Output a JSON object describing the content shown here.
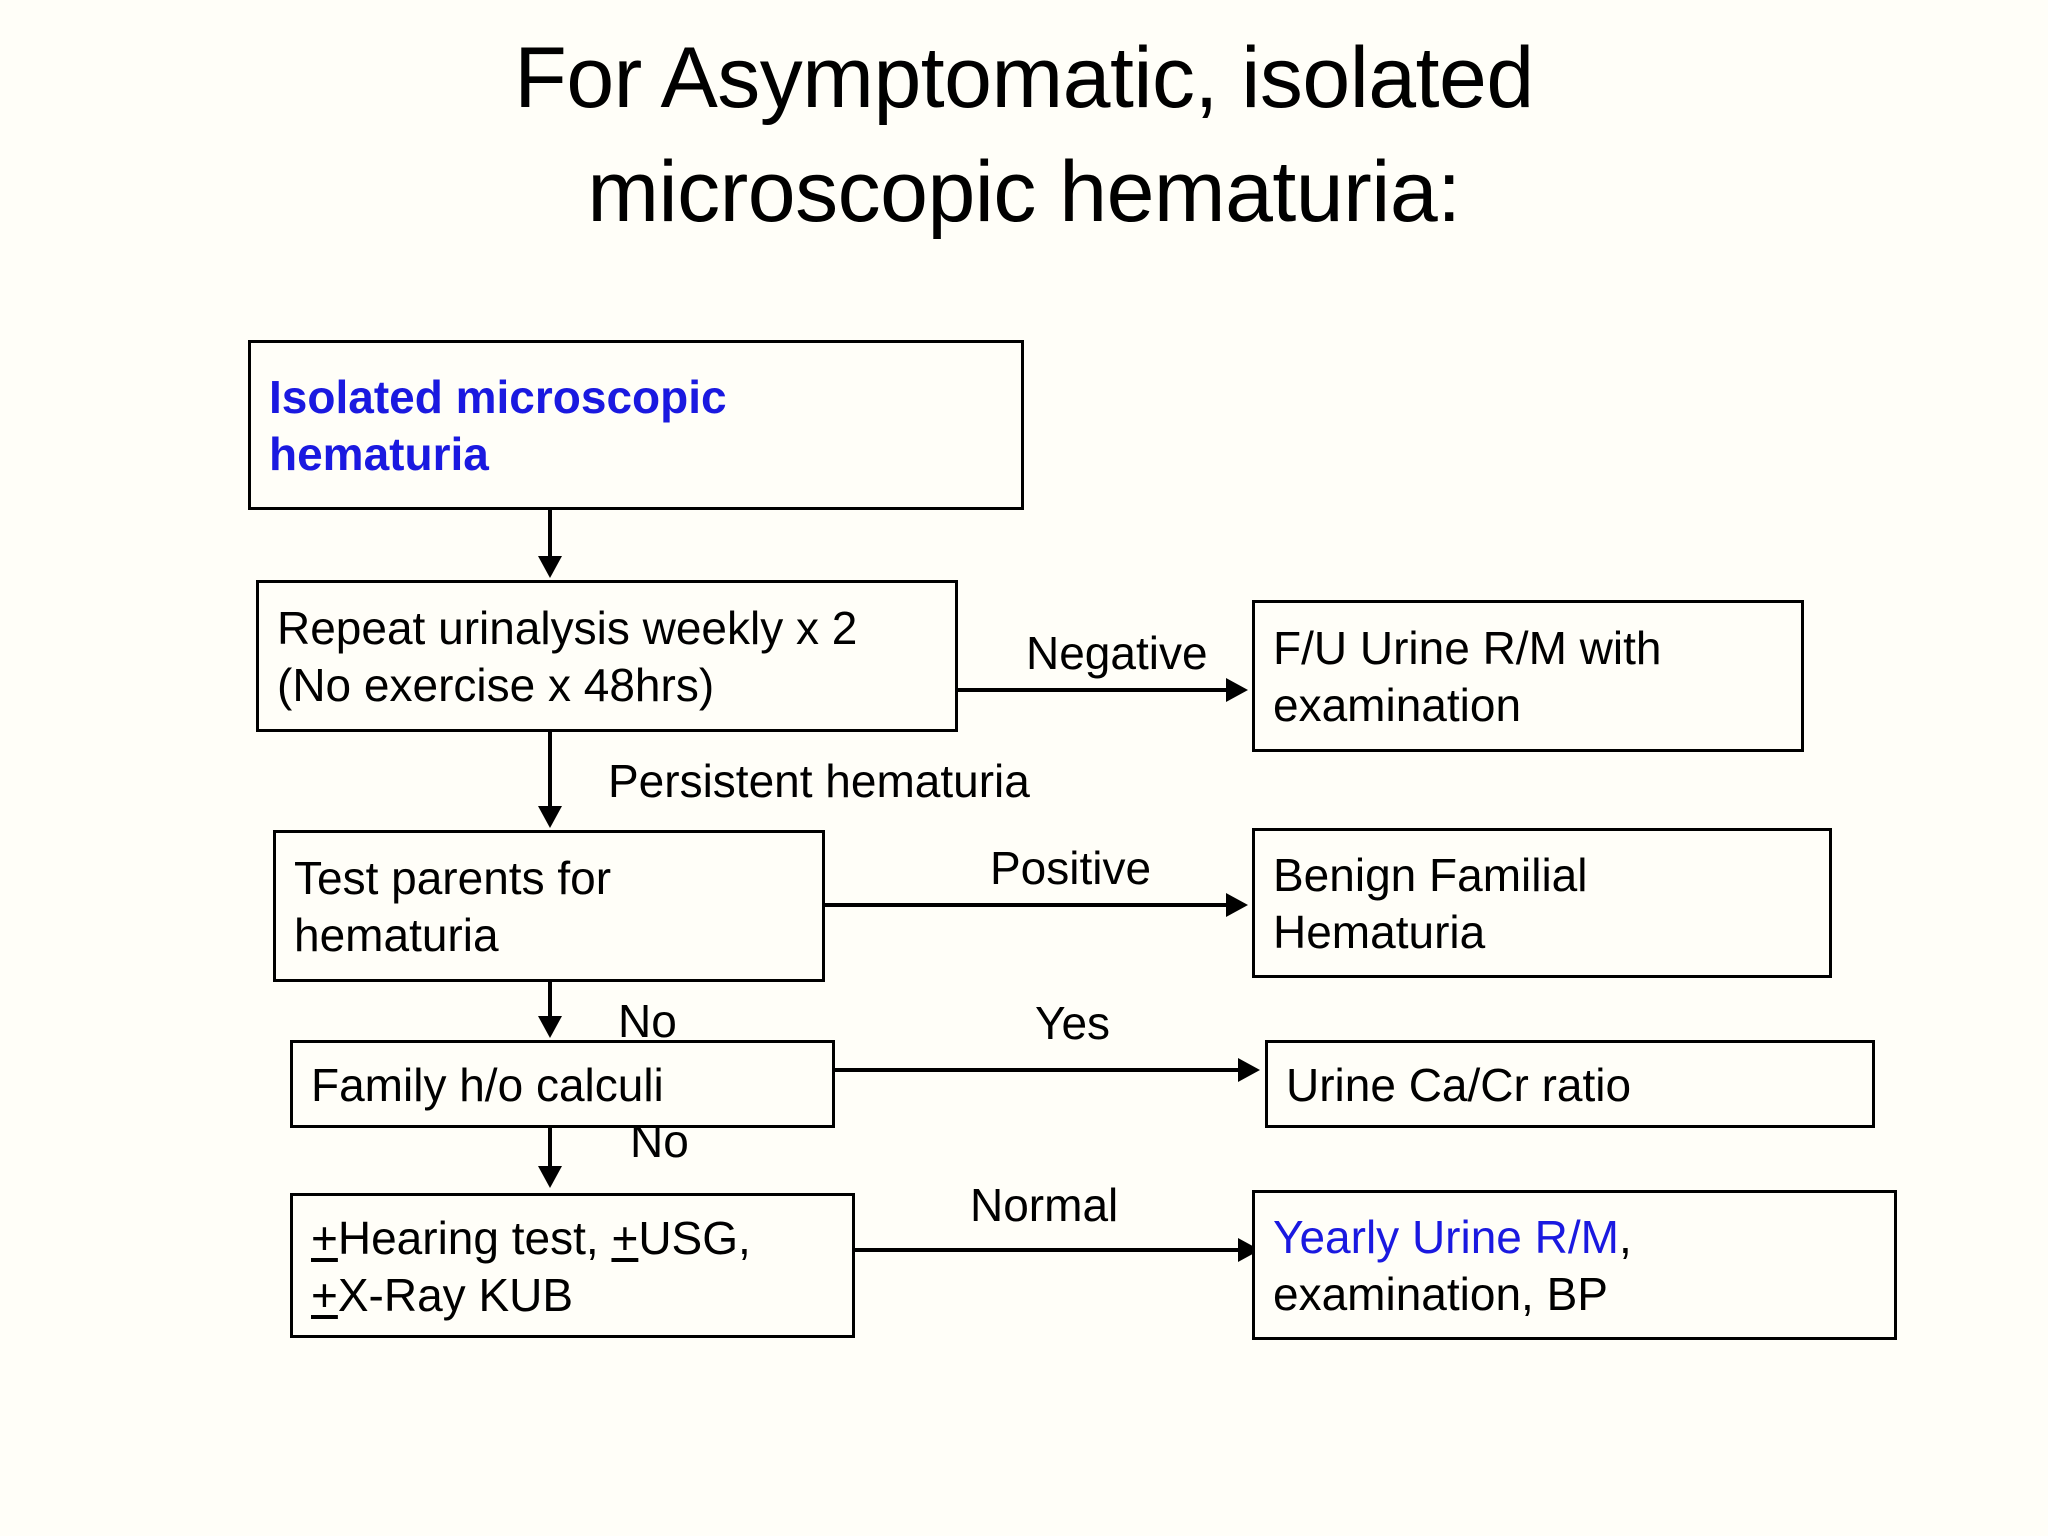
{
  "title": {
    "line1": "For Asymptomatic, isolated",
    "line2": "microscopic hematuria:"
  },
  "colors": {
    "background": "#fffef8",
    "text": "#000000",
    "accent_blue": "#1a19e0",
    "border": "#000000"
  },
  "nodes": {
    "start": {
      "line1": "Isolated microscopic",
      "line2": "hematuria"
    },
    "repeat_urinalysis": {
      "line1": "Repeat urinalysis weekly x 2",
      "line2": "(No exercise x 48hrs)"
    },
    "fu_urine": {
      "line1": "F/U Urine R/M with",
      "line2": "examination"
    },
    "test_parents": {
      "line1": "Test parents for",
      "line2": "hematuria"
    },
    "benign_familial": {
      "line1": "Benign Familial",
      "line2": "Hematuria"
    },
    "family_calculi": {
      "line1": "Family h/o calculi"
    },
    "urine_cacr": {
      "line1": "Urine Ca/Cr ratio"
    },
    "hearing_usg_xray": {
      "pm1": "+",
      "text1": "Hearing test, ",
      "pm2": "+",
      "text2": "USG,",
      "pm3": "+",
      "text3": "X-Ray KUB"
    },
    "yearly_urine": {
      "line1_blue": "Yearly Urine R/M",
      "line1_black": ",",
      "line2": "examination, BP"
    }
  },
  "edge_labels": {
    "negative": "Negative",
    "persistent_hematuria": "Persistent hematuria",
    "positive": "Positive",
    "no_1": "No",
    "yes": "Yes",
    "no_2": "No",
    "normal": "Normal"
  }
}
